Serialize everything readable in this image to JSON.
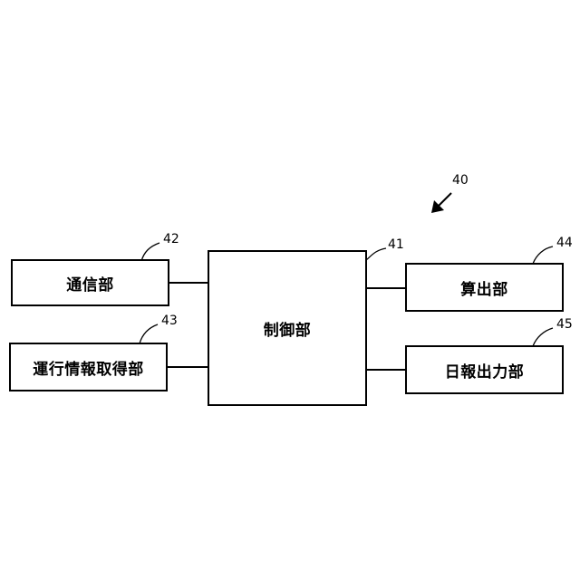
{
  "system_ref": "40",
  "blocks": {
    "control": {
      "label": "制御部",
      "ref": "41"
    },
    "communication": {
      "label": "通信部",
      "ref": "42"
    },
    "operation_info": {
      "label": "運行情報取得部",
      "ref": "43"
    },
    "calculation": {
      "label": "算出部",
      "ref": "44"
    },
    "daily_report": {
      "label": "日報出力部",
      "ref": "45"
    }
  }
}
